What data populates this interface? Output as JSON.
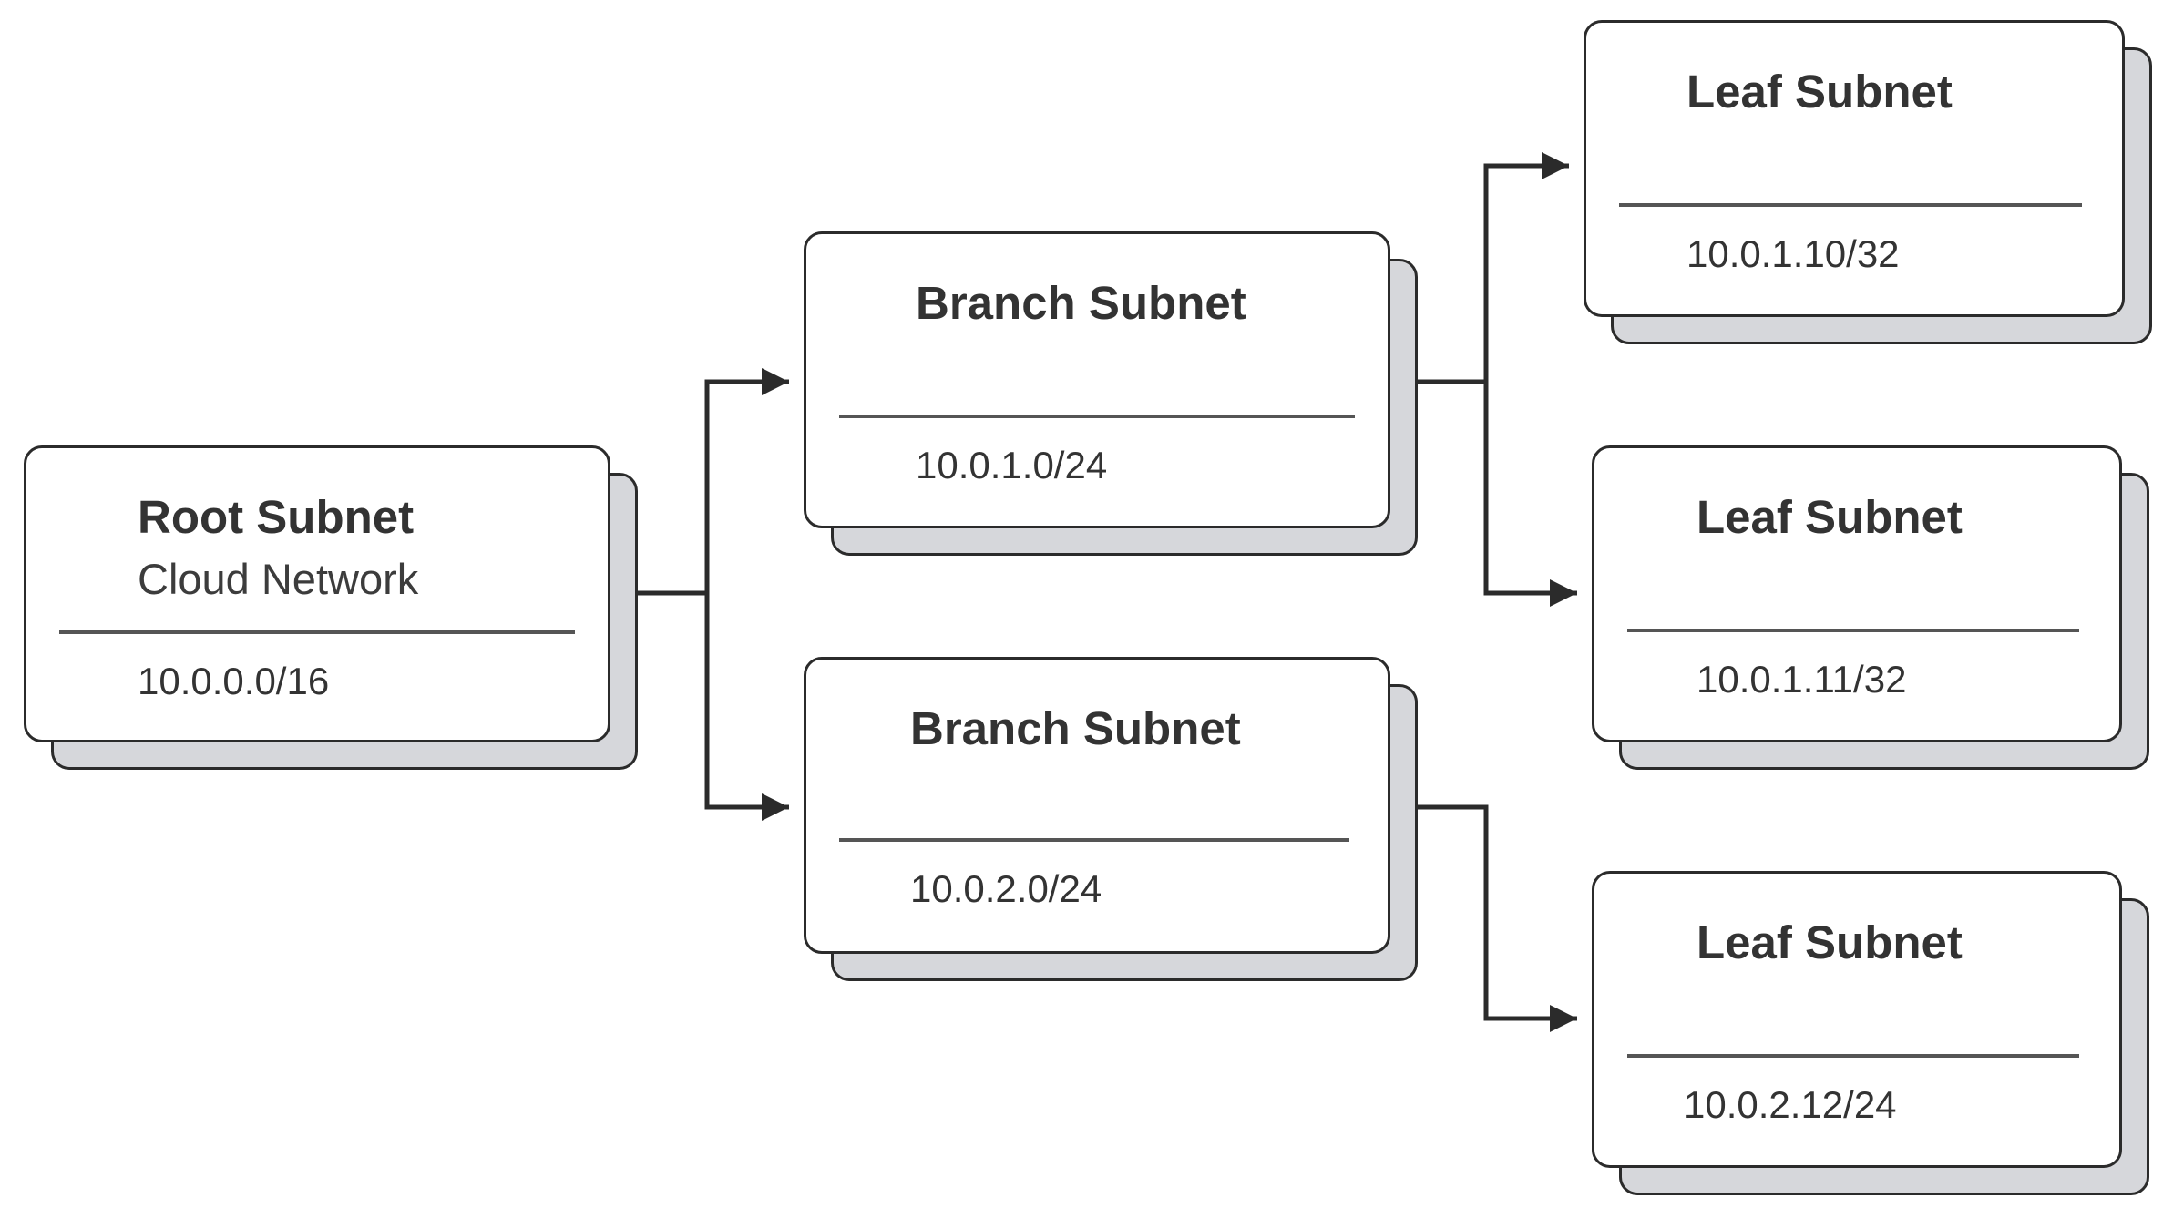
{
  "nodes": {
    "root": {
      "title": "Root Subnet",
      "subtitle": "Cloud Network",
      "cidr": "10.0.0.0/16"
    },
    "branch1": {
      "title": "Branch Subnet",
      "cidr": "10.0.1.0/24"
    },
    "branch2": {
      "title": "Branch Subnet",
      "cidr": "10.0.2.0/24"
    },
    "leaf1": {
      "title": "Leaf Subnet",
      "cidr": "10.0.1.10/32"
    },
    "leaf2": {
      "title": "Leaf Subnet",
      "cidr": "10.0.1.11/32"
    },
    "leaf3": {
      "title": "Leaf Subnet",
      "cidr": "10.0.2.12/24"
    }
  },
  "edges": [
    {
      "from": "root",
      "to": "branch1"
    },
    {
      "from": "root",
      "to": "branch2"
    },
    {
      "from": "branch1",
      "to": "leaf1"
    },
    {
      "from": "branch1",
      "to": "leaf2"
    },
    {
      "from": "branch2",
      "to": "leaf3"
    }
  ],
  "colors": {
    "border": "#2b2b2b",
    "shadow_fill": "#d6d7db",
    "card_fill": "#ffffff",
    "text": "#333333"
  }
}
